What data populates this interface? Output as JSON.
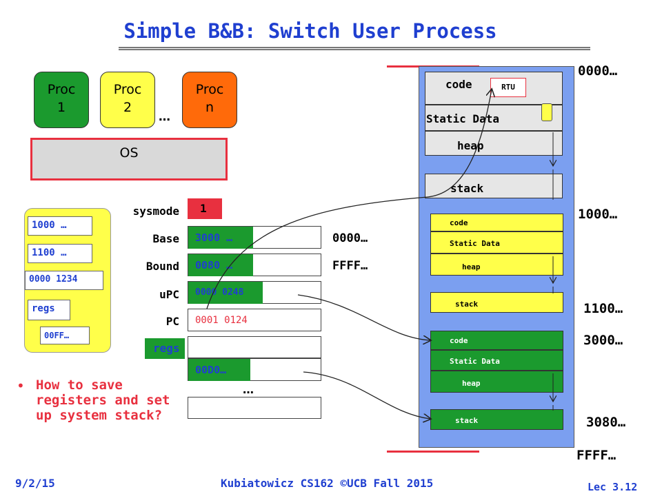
{
  "title": "Simple B&B: Switch User Process",
  "processes": [
    {
      "label1": "Proc",
      "label2": "1",
      "color": "#1b9a2e"
    },
    {
      "label1": "Proc",
      "label2": "2",
      "color": "#ffff4a"
    },
    {
      "label1": "Proc",
      "label2": "n",
      "color": "#ff6a0a"
    }
  ],
  "proc_ellipsis": "…",
  "os_label": "OS",
  "saved_state": {
    "base": "1000 …",
    "bound": "1100 …",
    "upc": "0000 1234",
    "regs": "regs",
    "sp": "00FF…"
  },
  "registers": {
    "sysmode_label": "sysmode",
    "sysmode_value": "1",
    "base_label": "Base",
    "base_value": "3000 …",
    "bound_label": "Bound",
    "bound_value": "0080 …",
    "upc_label": "uPC",
    "upc_value": "0000 0248",
    "pc_label": "PC",
    "pc_value": "0001 0124",
    "regs_label": "regs",
    "sp_value": "00D0…",
    "ellipsis": "…",
    "base_addr_note": "0000…",
    "bound_addr_note": "FFFF…"
  },
  "memory": {
    "os": {
      "code": "code",
      "rtu": "RTU",
      "static": "Static Data",
      "heap": "heap",
      "stack": "stack"
    },
    "proc_a": {
      "code": "code",
      "static": "Static Data",
      "heap": "heap",
      "stack": "stack"
    },
    "proc_b": {
      "code": "code",
      "static": "Static Data",
      "heap": "heap",
      "stack": "stack"
    }
  },
  "addresses": {
    "a0": "0000…",
    "a1": "1000…",
    "a2": "1100…",
    "a3": "3000…",
    "a4": "3080…",
    "a5": "FFFF…"
  },
  "bullet": "How to save registers and set up system stack?",
  "footer": {
    "date": "9/2/15",
    "course": "Kubiatowicz CS162 ©UCB Fall 2015",
    "lecture": "Lec 3.12"
  }
}
